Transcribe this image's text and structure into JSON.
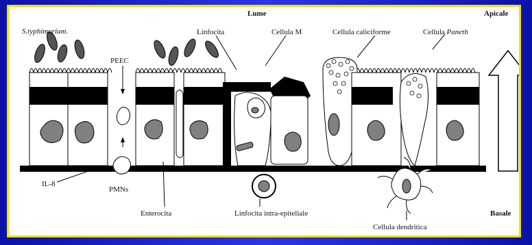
{
  "labels": {
    "lume": "Lume",
    "apicale": "Apicale",
    "basale": "Basale",
    "s_typhimurium": "S.typhimurium.",
    "peec": "PEEC",
    "linfocita": "Linfocita",
    "cellula_m": "Cellula M",
    "cellula_caliciforme": "Cellula caliciforme",
    "cellula_paneth_prefix": "Cellula",
    "cellula_paneth_italic": "Paneth",
    "il8": "IL-8",
    "pmns": "PMNs",
    "enterocita": "Enterocita",
    "linfocita_intra": "Linfocita intra-epiteliale",
    "cellula_dendritica": "Cellula dendritica"
  },
  "colors": {
    "background": "#1a1fc4",
    "border": "#f2e000",
    "panel": "#ffffff",
    "ink": "#000000",
    "nucleus": "#808080"
  }
}
